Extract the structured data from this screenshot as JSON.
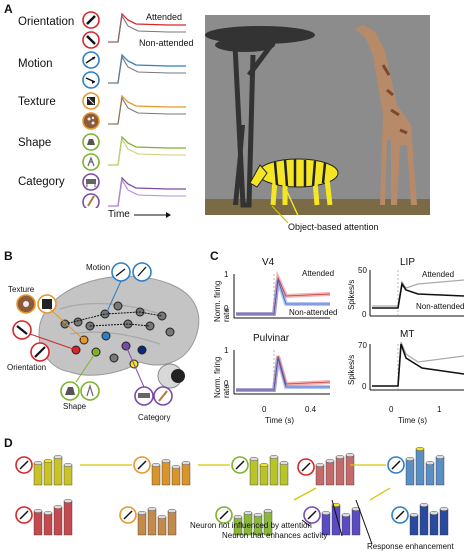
{
  "panels": {
    "a": {
      "letter": "A"
    },
    "b": {
      "letter": "B"
    },
    "c": {
      "letter": "C"
    },
    "d": {
      "letter": "D"
    }
  },
  "panel_a": {
    "rows": [
      {
        "label": "Orientation",
        "color": "#d6262b"
      },
      {
        "label": "Motion",
        "color": "#2f7fc4"
      },
      {
        "label": "Texture",
        "color": "#e8962a"
      },
      {
        "label": "Shape",
        "color": "#7cb32d"
      },
      {
        "label": "Category",
        "color": "#7b4aa8"
      }
    ],
    "attended_label": "Attended",
    "non_attended_label": "Non-attended",
    "time_label": "Time",
    "scene_caption": "Object-based attention"
  },
  "panel_b": {
    "motion": "Motion",
    "texture": "Texture",
    "orientation": "Orientation",
    "shape": "Shape",
    "category": "Category"
  },
  "panel_c": {
    "v4_title": "V4",
    "pulvinar_title": "Pulvinar",
    "lip_title": "LIP",
    "mt_title": "MT",
    "norm_ylabel": "Norm. firing rate",
    "spikes_ylabel": "Spikes/s",
    "time_xlabel": "Time (s)",
    "attended": "Attended",
    "non_attended": "Non-attended",
    "v4_ticks": {
      "y": [
        "1",
        "0"
      ],
      "x": [
        "0",
        "0.4"
      ]
    },
    "pulvinar_ticks": {
      "y": [
        "1",
        "0"
      ],
      "x": [
        "0",
        "0.4"
      ]
    },
    "lip_ticks": {
      "y": [
        "50",
        "0"
      ]
    },
    "mt_ticks": {
      "y": [
        "70",
        "0"
      ],
      "x": [
        "0",
        "1"
      ]
    }
  },
  "panel_d": {
    "legend_not_influenced": "Neuron not influenced by attention",
    "legend_enhances": "Neuron that enhances activity",
    "legend_response": "Response enhancement"
  },
  "colors": {
    "orientation": "#d6262b",
    "motion": "#2f7fc4",
    "texture": "#e8962a",
    "shape": "#7cb32d",
    "category": "#7b4aa8",
    "attended_yellow": "#f5e625",
    "brain": "#c4c4c4"
  }
}
